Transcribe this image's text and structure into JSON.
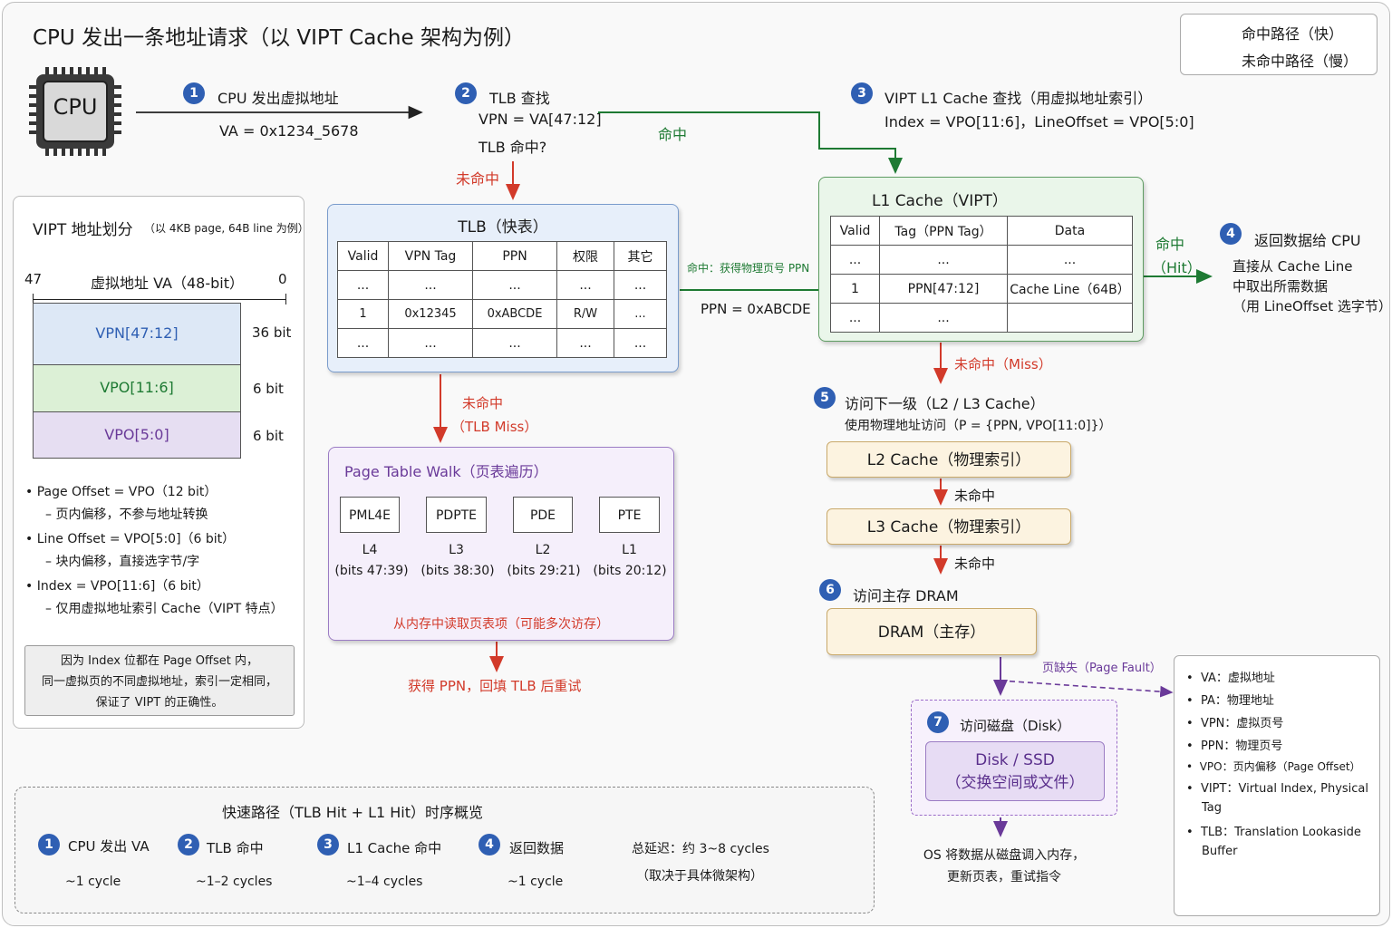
{
  "title": "CPU 发出一条地址请求（以 VIPT Cache 架构为例）",
  "legend": {
    "hit": "命中路径（快）",
    "miss": "未命中路径（慢）",
    "hit_color": "#1e7a33",
    "miss_color": "#d23a2a"
  },
  "cpu_chip": "CPU",
  "steps": {
    "s1": {
      "num": "1",
      "title": "CPU 发出虚拟地址",
      "line": "VA = 0x1234_5678"
    },
    "s2": {
      "num": "2",
      "title": "TLB 查找",
      "l1": "VPN = VA[47:12]",
      "l2": "TLB 命中?"
    },
    "s3": {
      "num": "3",
      "title": "VIPT L1 Cache 查找（用虚拟地址索引）",
      "line": "Index = VPO[11:6]，LineOffset = VPO[5:0]"
    },
    "s4": {
      "num": "4",
      "title": "返回数据给 CPU",
      "l1": "直接从 Cache Line",
      "l2": "中取出所需数据",
      "l3": "（用 LineOffset 选字节）"
    },
    "s5": {
      "num": "5",
      "title": "访问下一级（L2 / L3 Cache）",
      "line": "使用物理地址访问（P = {PPN, VPO[11:0]}）"
    },
    "s6": {
      "num": "6",
      "title": "访问主存 DRAM"
    },
    "s7": {
      "num": "7",
      "title": "访问磁盘（Disk）"
    }
  },
  "labels": {
    "hit": "命中",
    "miss": "未命中",
    "tlb_hit_ppn": "命中：获得物理页号 PPN",
    "ppn_value": "PPN = 0xABCDE",
    "tlb_miss_a": "未命中",
    "tlb_miss_b": "（TLB Miss）",
    "l1_miss": "未命中（Miss）",
    "l1_hit_a": "命中",
    "l1_hit_b": "（Hit）",
    "l2_miss": "未命中",
    "l3_miss": "未命中",
    "page_fault": "页缺失（Page Fault）",
    "refill": "获得 PPN，回填 TLB 后重试",
    "os_a": "OS 将数据从磁盘调入内存，",
    "os_b": "更新页表，重试指令"
  },
  "tlb": {
    "title": "TLB（快表）",
    "headers": [
      "Valid",
      "VPN Tag",
      "PPN",
      "权限",
      "其它"
    ],
    "rows": [
      [
        "...",
        "...",
        "...",
        "...",
        "..."
      ],
      [
        "1",
        "0x12345",
        "0xABCDE",
        "R/W",
        "..."
      ],
      [
        "...",
        "...",
        "...",
        "...",
        "..."
      ]
    ]
  },
  "l1cache": {
    "title": "L1 Cache（VIPT）",
    "headers": [
      "Valid",
      "Tag（PPN Tag）",
      "Data"
    ],
    "rows": [
      [
        "...",
        "...",
        "..."
      ],
      [
        "1",
        "PPN[47:12]",
        "Cache Line（64B）"
      ],
      [
        "...",
        "...",
        ""
      ]
    ]
  },
  "ptw": {
    "title": "Page Table Walk（页表遍历）",
    "nodes": [
      {
        "name": "PML4E",
        "level": "L4",
        "bits": "(bits 47:39)"
      },
      {
        "name": "PDPTE",
        "level": "L3",
        "bits": "(bits 38:30)"
      },
      {
        "name": "PDE",
        "level": "L2",
        "bits": "(bits 29:21)"
      },
      {
        "name": "PTE",
        "level": "L1",
        "bits": "(bits 20:12)"
      }
    ],
    "note": "从内存中读取页表项（可能多次访存）"
  },
  "caches": {
    "l2": "L2 Cache（物理索引）",
    "l3": "L3 Cache（物理索引）",
    "dram": "DRAM（主存）",
    "disk_a": "Disk / SSD",
    "disk_b": "（交换空间或文件）"
  },
  "vipt": {
    "title": "VIPT 地址划分",
    "subtitle": "（以 4KB page, 64B line 为例）",
    "hi": "47",
    "lo": "0",
    "va": "虚拟地址 VA（48-bit）",
    "segments": [
      {
        "name": "VPN[47:12]",
        "bits": "36 bit",
        "color": "#dde8f6",
        "text_color": "#2f5fb3"
      },
      {
        "name": "VPO[11:6]",
        "bits": "6 bit",
        "color": "#dcf0d6",
        "text_color": "#1e7a33"
      },
      {
        "name": "VPO[5:0]",
        "bits": "6 bit",
        "color": "#e6def2",
        "text_color": "#6a3a99"
      }
    ],
    "bullets": [
      {
        "main": "Page Offset = VPO（12 bit）",
        "sub": "– 页内偏移，不参与地址转换"
      },
      {
        "main": "Line Offset = VPO[5:0]（6 bit）",
        "sub": "– 块内偏移，直接选字节/字"
      },
      {
        "main": "Index = VPO[11:6]（6 bit）",
        "sub": "– 仅用虚拟地址索引 Cache（VIPT 特点）"
      }
    ],
    "note": [
      "因为 Index 位都在 Page Offset 内，",
      "同一虚拟页的不同虚拟地址，索引一定相同，",
      "保证了 VIPT 的正确性。"
    ]
  },
  "glossary": [
    {
      "k": "VA",
      "v": "虚拟地址"
    },
    {
      "k": "PA",
      "v": "物理地址"
    },
    {
      "k": "VPN",
      "v": "虚拟页号"
    },
    {
      "k": "PPN",
      "v": "物理页号"
    },
    {
      "k": "VPO",
      "v": "页内偏移（Page Offset）"
    },
    {
      "k": "VIPT",
      "v": "Virtual Index, Physical Tag"
    },
    {
      "k": "TLB",
      "v": "Translation Lookaside Buffer"
    }
  ],
  "timeline": {
    "title": "快速路径（TLB Hit + L1 Hit）时序概览",
    "items": [
      {
        "num": "1",
        "label": "CPU 发出 VA",
        "cycles": "~1 cycle"
      },
      {
        "num": "2",
        "label": "TLB 命中",
        "cycles": "~1–2 cycles"
      },
      {
        "num": "3",
        "label": "L1 Cache 命中",
        "cycles": "~1–4 cycles"
      },
      {
        "num": "4",
        "label": "返回数据",
        "cycles": "~1 cycle"
      }
    ],
    "total_a": "总延迟：约 3~8 cycles",
    "total_b": "（取决于具体微架构）"
  }
}
